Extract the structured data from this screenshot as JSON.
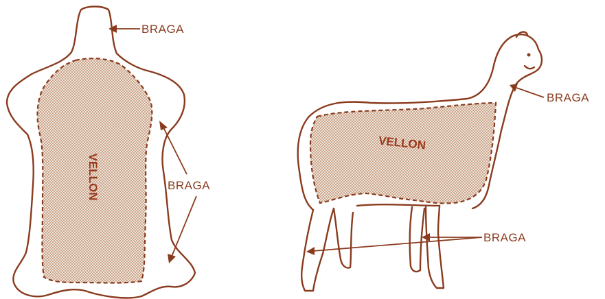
{
  "hide": {
    "label_neck": "BRAGA",
    "label_side": "BRAGA",
    "label_center": "VELLON"
  },
  "alpaca": {
    "label_body": "VELLON",
    "label_neck": "BRAGA",
    "label_legs": "BRAGA"
  },
  "colors": {
    "ink": "#8a3b1e",
    "dots": "#b07a5a",
    "background": "#ffffff"
  }
}
